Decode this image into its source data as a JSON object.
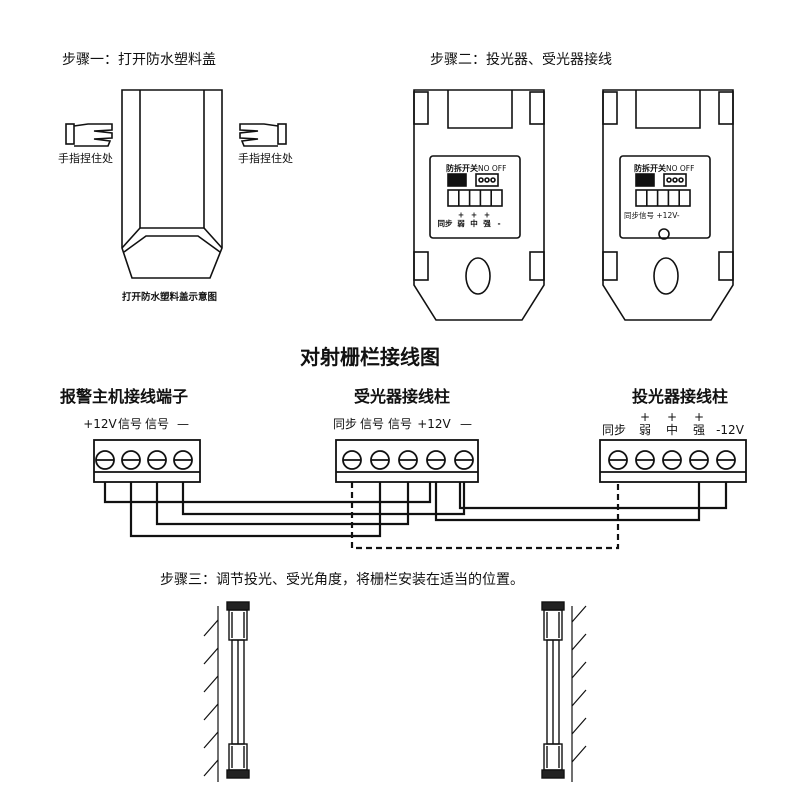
{
  "colors": {
    "ink": "#111111",
    "background": "#ffffff"
  },
  "step1": {
    "title": "步骤一：打开防水塑料盖",
    "hand_label_left": "手指捏住处",
    "hand_label_right": "手指捏住处",
    "caption": "打开防水塑料盖示意图"
  },
  "step2": {
    "title": "步骤二：投光器、受光器接线",
    "transmitter_switch": "防拆开关",
    "transmitter_nooff": "NO OFF",
    "transmitter_term_labels": [
      "同步",
      "+\n弱",
      "+\n中",
      "+\n强",
      "-"
    ],
    "receiver_switch": "防拆开关",
    "receiver_nooff": "NO OFF",
    "receiver_term_labels": "同步信号 +12V-"
  },
  "wiring": {
    "title": "对射栅栏接线图",
    "alarm_host": {
      "title": "报警主机接线端子",
      "labels": [
        "+12V",
        "信号",
        "信号",
        "—"
      ]
    },
    "receiver": {
      "title": "受光器接线柱",
      "labels": [
        "同步",
        "信号",
        "信号",
        "+12V",
        "—"
      ]
    },
    "transmitter": {
      "title": "投光器接线柱",
      "labels": [
        "同步",
        "+\n弱",
        "+\n中",
        "+\n强",
        "-12V"
      ]
    }
  },
  "step3": {
    "title": "步骤三：调节投光、受光角度，将栅栏安装在适当的位置。"
  }
}
